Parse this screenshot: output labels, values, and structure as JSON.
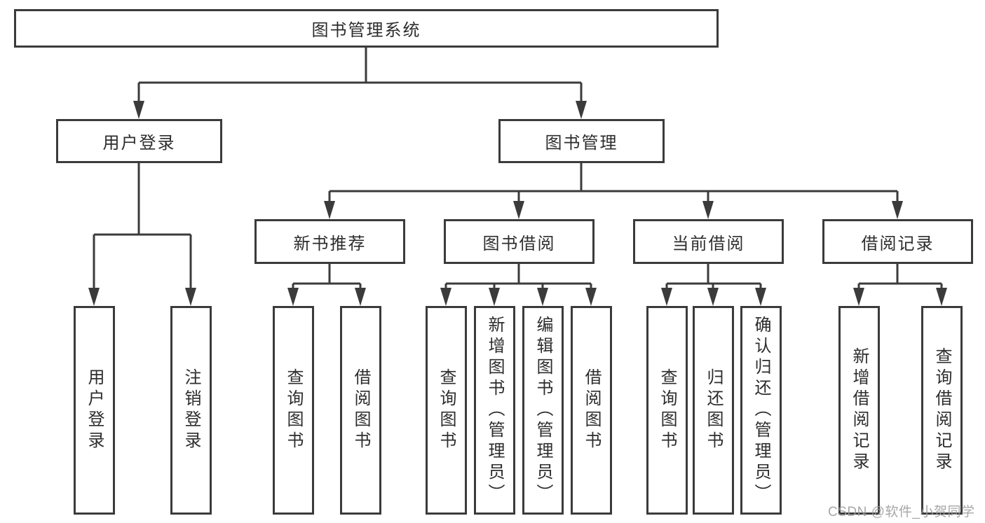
{
  "diagram": {
    "root": {
      "label": "图书管理系统",
      "children": [
        {
          "label": "用户登录",
          "children": [
            {
              "label": "用户登录"
            },
            {
              "label": "注销登录"
            }
          ]
        },
        {
          "label": "图书管理",
          "children": [
            {
              "label": "新书推荐",
              "children": [
                {
                  "label": "查询图书"
                },
                {
                  "label": "借阅图书"
                }
              ]
            },
            {
              "label": "图书借阅",
              "children": [
                {
                  "label": "查询图书"
                },
                {
                  "label": "新增图书（管理员）"
                },
                {
                  "label": "编辑图书（管理员）"
                },
                {
                  "label": "借阅图书"
                }
              ]
            },
            {
              "label": "当前借阅",
              "children": [
                {
                  "label": "查询图书"
                },
                {
                  "label": "归还图书"
                },
                {
                  "label": "确认归还（管理员）"
                }
              ]
            },
            {
              "label": "借阅记录",
              "children": [
                {
                  "label": "新增借阅记录"
                },
                {
                  "label": "查询借阅记录"
                }
              ]
            }
          ]
        }
      ]
    }
  },
  "watermark": {
    "text": "CSDN @软件_小贺同学"
  },
  "colors": {
    "line": "#3b3b3b",
    "border": "#3b3b3b",
    "text": "#2d2d2d",
    "background": "#ffffff",
    "watermark": "#9b9b9b"
  }
}
